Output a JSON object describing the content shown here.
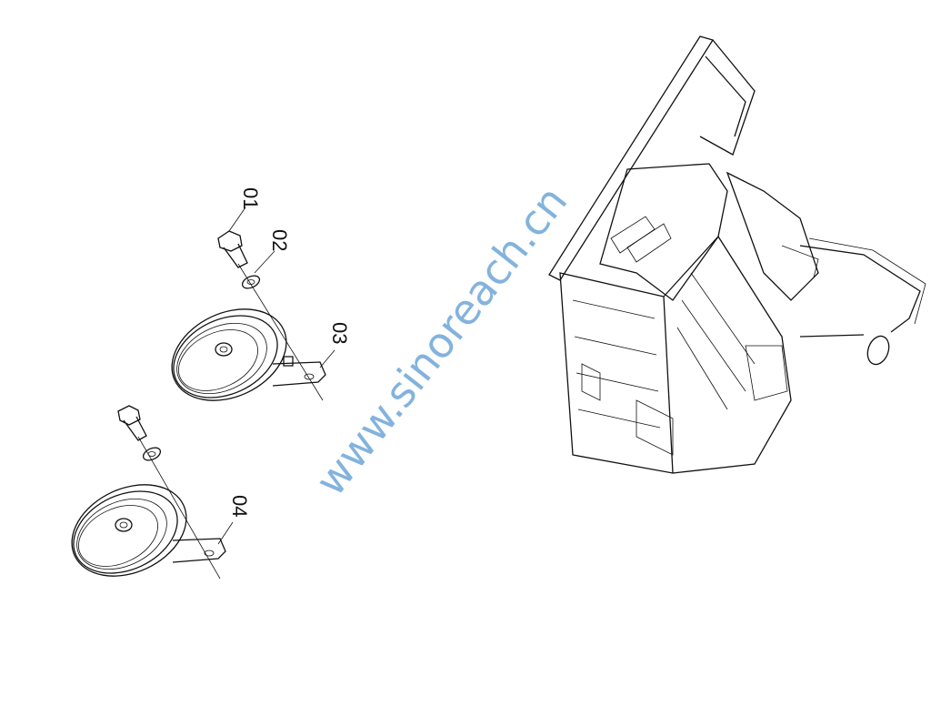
{
  "diagram": {
    "callouts": [
      {
        "id": "01",
        "label": "01",
        "part": "bolt"
      },
      {
        "id": "02",
        "label": "02",
        "part": "washer"
      },
      {
        "id": "03",
        "label": "03",
        "part": "horn-upper"
      },
      {
        "id": "04",
        "label": "04",
        "part": "horn-lower"
      }
    ],
    "watermark": "www.sinoreach.cn",
    "colors": {
      "line": "#111111",
      "watermark": "#6ea6d8"
    }
  }
}
